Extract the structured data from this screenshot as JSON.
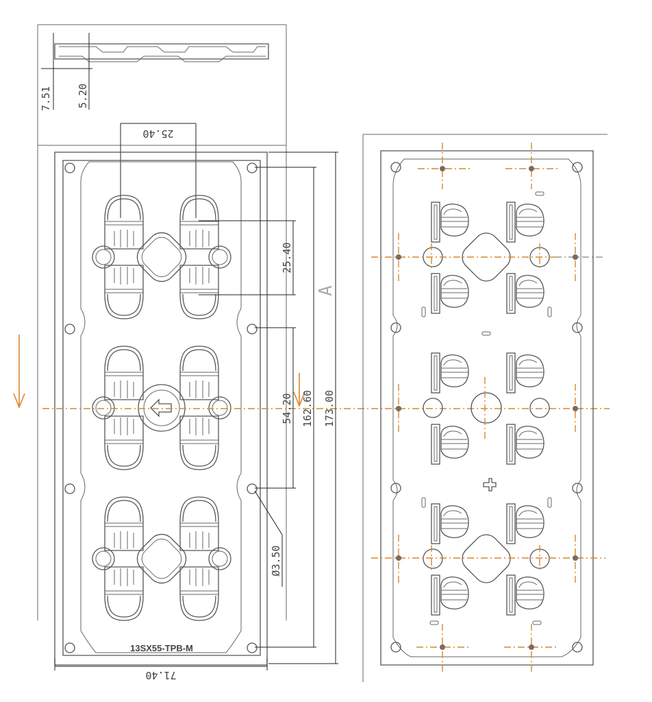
{
  "drawing": {
    "part_label": "13SX55-TPB-M",
    "section_label": "A",
    "dimensions": {
      "thickness_total": "7.51",
      "thickness_base": "5.20",
      "lens_pitch_top": "25.40",
      "lens_pitch_side": "25.40",
      "hole_pitch": "54.20",
      "hole_span": "162.60",
      "overall_length": "173.00",
      "overall_width": "71.40",
      "hole_diameter": "Ø3.50"
    },
    "colors": {
      "centerline": "#d9862b",
      "outline": "#555555"
    }
  }
}
